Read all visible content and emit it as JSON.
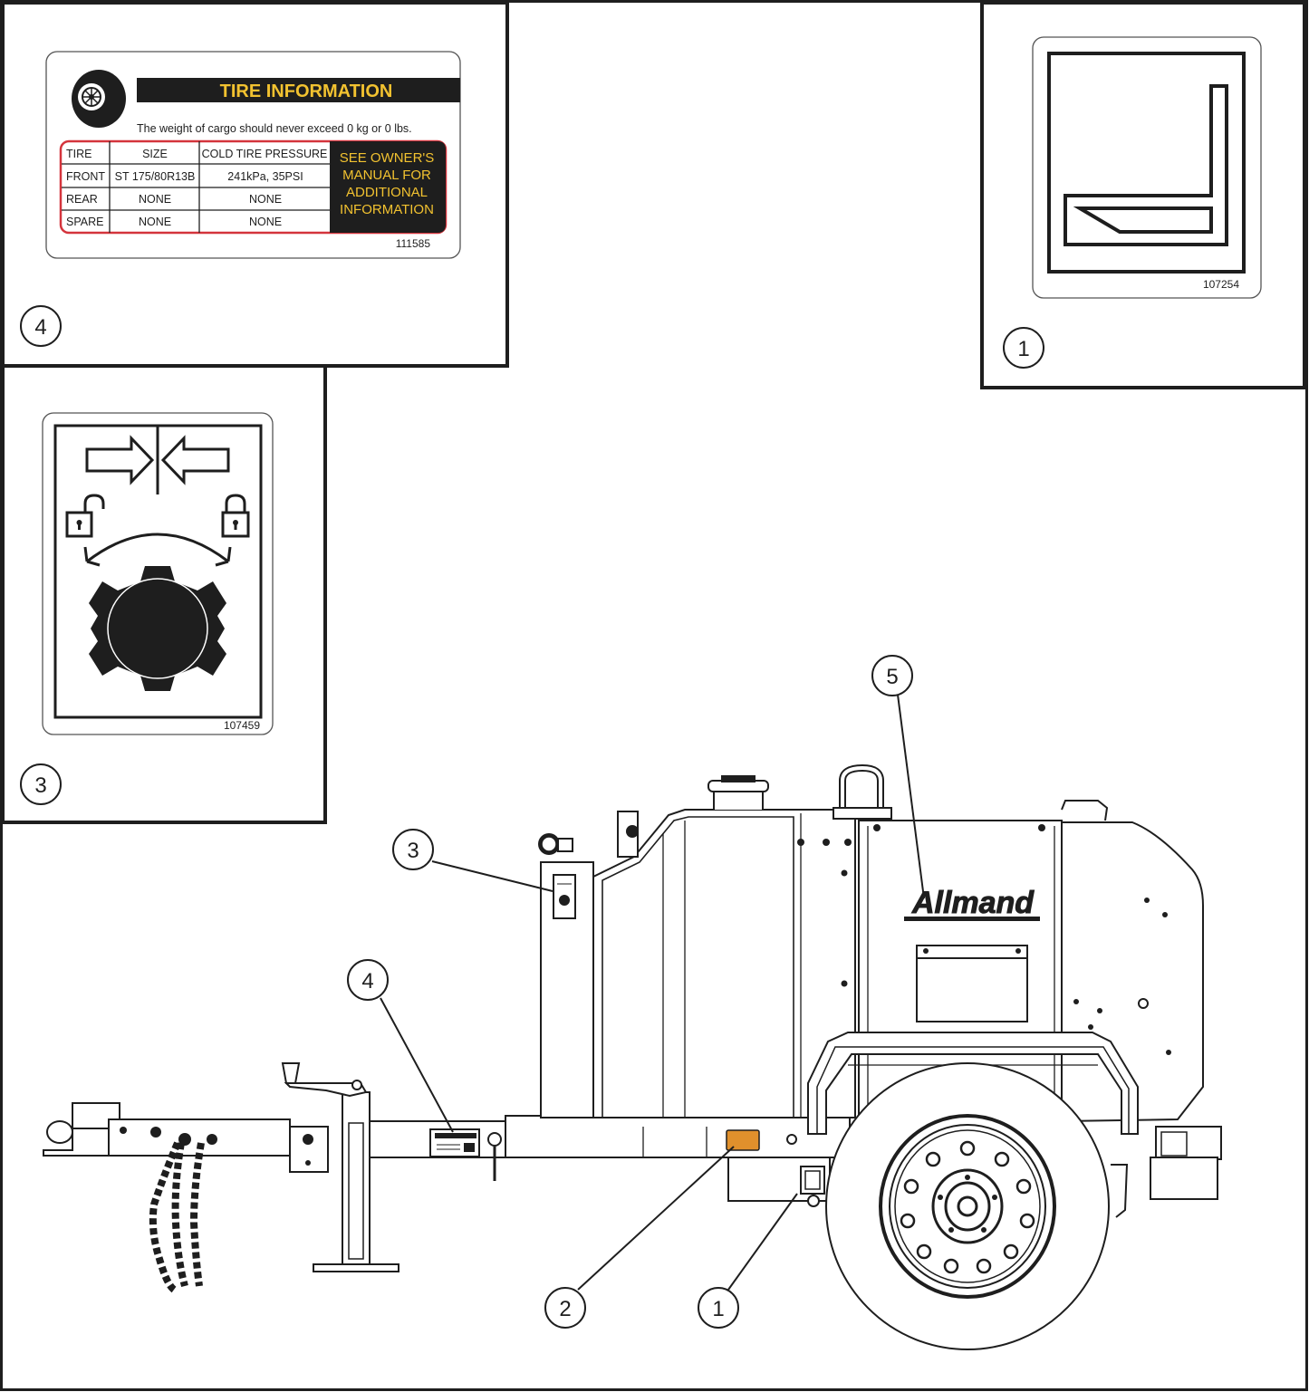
{
  "callouts": {
    "c1": "1",
    "c2": "2",
    "c3": "3",
    "c4": "4",
    "c5": "5"
  },
  "panel_tire": {
    "callout": "4",
    "header": "TIRE INFORMATION",
    "cargo_note": "The weight of cargo should never exceed 0 kg or 0 lbs.",
    "columns": [
      "TIRE",
      "SIZE",
      "COLD TIRE PRESSURE"
    ],
    "rows": [
      [
        "FRONT",
        "ST 175/80R13B",
        "241kPa, 35PSI"
      ],
      [
        "REAR",
        "NONE",
        "NONE"
      ],
      [
        "SPARE",
        "NONE",
        "NONE"
      ]
    ],
    "see_manual": [
      "SEE OWNER'S",
      "MANUAL FOR",
      "ADDITIONAL",
      "INFORMATION"
    ],
    "part_number": "111585",
    "colors": {
      "header_bg": "#1e1e1e",
      "header_text": "#f2c230",
      "table_border": "#d4343c"
    }
  },
  "panel_lift": {
    "callout": "1",
    "part_number": "107254"
  },
  "panel_cap": {
    "callout": "3",
    "part_number": "107459"
  },
  "trailer": {
    "brand": "Allmand",
    "reflector_color": "#e0902c"
  }
}
